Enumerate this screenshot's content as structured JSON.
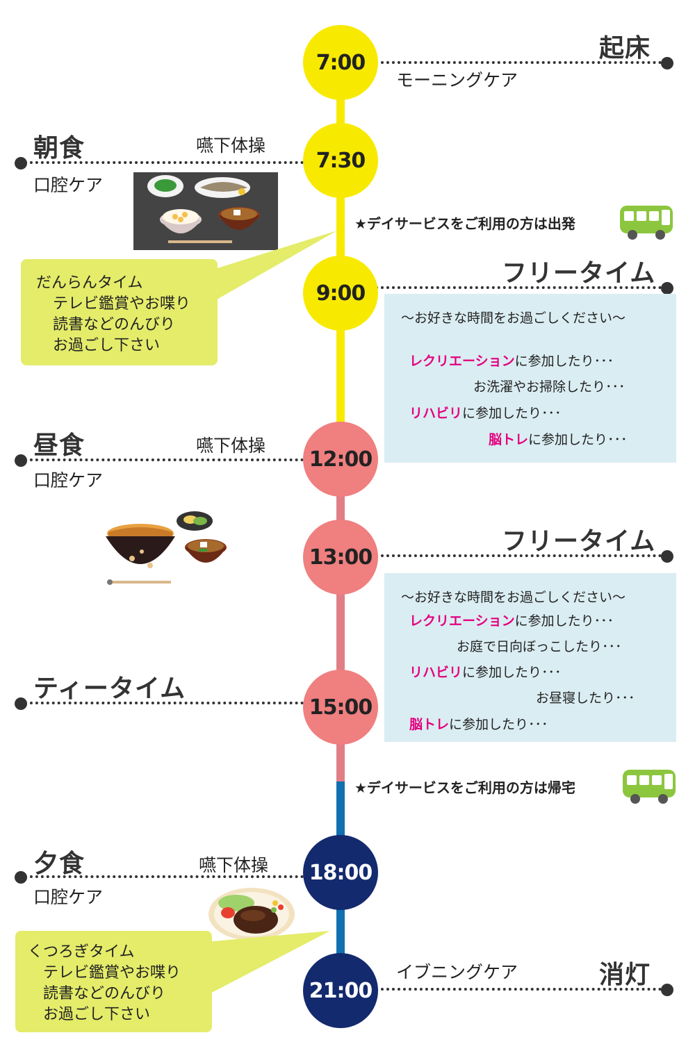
{
  "colors": {
    "yellow": "#f7ea00",
    "pink": "#f07f80",
    "blue": "#1070b0",
    "navy": "#132a6e",
    "panel": "#daedf2",
    "bubble": "#e4ec6a",
    "highlight": "#e4007f"
  },
  "times": [
    "7:00",
    "7:30",
    "9:00",
    "12:00",
    "13:00",
    "15:00",
    "18:00",
    "21:00"
  ],
  "wake": {
    "title": "起床",
    "sub": "モーニングケア"
  },
  "breakfast": {
    "title": "朝食",
    "sub": "口腔ケア",
    "exercise": "嚥下体操"
  },
  "dayservice_depart": "★デイサービスをご利用の方は出発",
  "free_time_1": {
    "title": "フリータイム",
    "intro": "～お好きな時間をお過ごしください～",
    "items": [
      {
        "hl": "レクリエーション",
        "rest": "に参加したり･･･"
      },
      {
        "hl": "",
        "rest": "お洗濯やお掃除したり･･･"
      },
      {
        "hl": "リハビリ",
        "rest": "に参加したり･･･"
      },
      {
        "hl": "脳トレ",
        "rest": "に参加したり･･･"
      }
    ]
  },
  "danran": {
    "lines": [
      "だんらんタイム",
      "テレビ鑑賞やお喋り",
      "読書などのんびり",
      "お過ごし下さい"
    ]
  },
  "lunch": {
    "title": "昼食",
    "sub": "口腔ケア",
    "exercise": "嚥下体操"
  },
  "free_time_2": {
    "title": "フリータイム",
    "intro": "～お好きな時間をお過ごしください～",
    "items": [
      {
        "hl": "レクリエーション",
        "rest": "に参加したり･･･"
      },
      {
        "hl": "",
        "rest": "お庭で日向ぼっこしたり･･･"
      },
      {
        "hl": "リハビリ",
        "rest": "に参加したり･･･"
      },
      {
        "hl": "",
        "rest": "お昼寝したり･･･"
      },
      {
        "hl": "脳トレ",
        "rest": "に参加したり･･･"
      }
    ]
  },
  "tea": {
    "title": "ティータイム"
  },
  "dayservice_return": "★デイサービスをご利用の方は帰宅",
  "dinner": {
    "title": "夕食",
    "sub": "口腔ケア",
    "exercise": "嚥下体操"
  },
  "kutsurogi": {
    "lines": [
      "くつろぎタイム",
      "テレビ鑑賞やお喋り",
      "読書などのんびり",
      "お過ごし下さい"
    ]
  },
  "lights_out": {
    "title": "消灯",
    "sub": "イブニングケア"
  }
}
